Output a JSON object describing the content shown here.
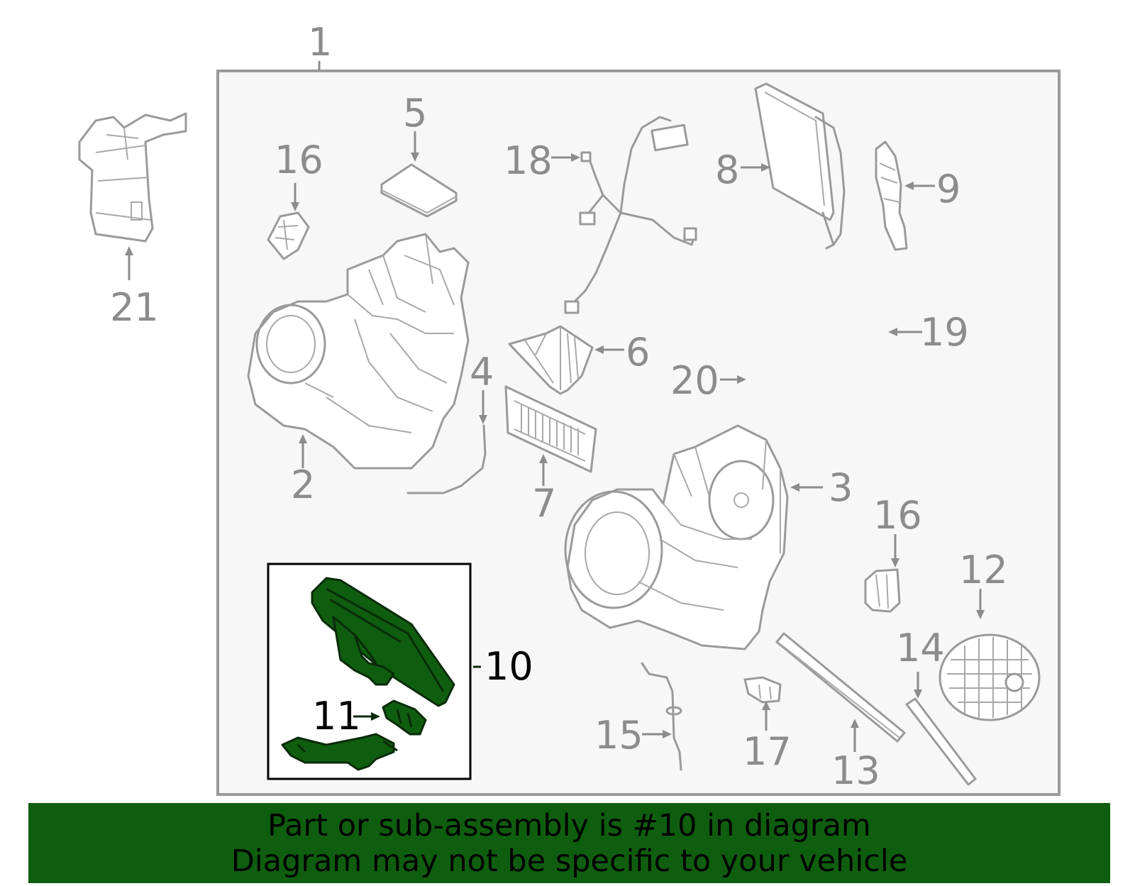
{
  "callouts": {
    "c1": "1",
    "c2": "2",
    "c3": "3",
    "c4": "4",
    "c5": "5",
    "c6": "6",
    "c7": "7",
    "c8": "8",
    "c9": "9",
    "c10": "10",
    "c11": "11",
    "c12": "12",
    "c13": "13",
    "c14": "14",
    "c15": "15",
    "c16a": "16",
    "c16b": "16",
    "c17": "17",
    "c18": "18",
    "c19": "19",
    "c20": "20",
    "c21": "21"
  },
  "highlighted_part": "10",
  "banner": {
    "line1": "Part or sub-assembly is #10 in diagram",
    "line2": "Diagram may not be specific to your vehicle"
  },
  "colors": {
    "highlight": "#0f5e0f",
    "part_line": "#9a9a9a",
    "callout_text": "#8c8c8c"
  }
}
